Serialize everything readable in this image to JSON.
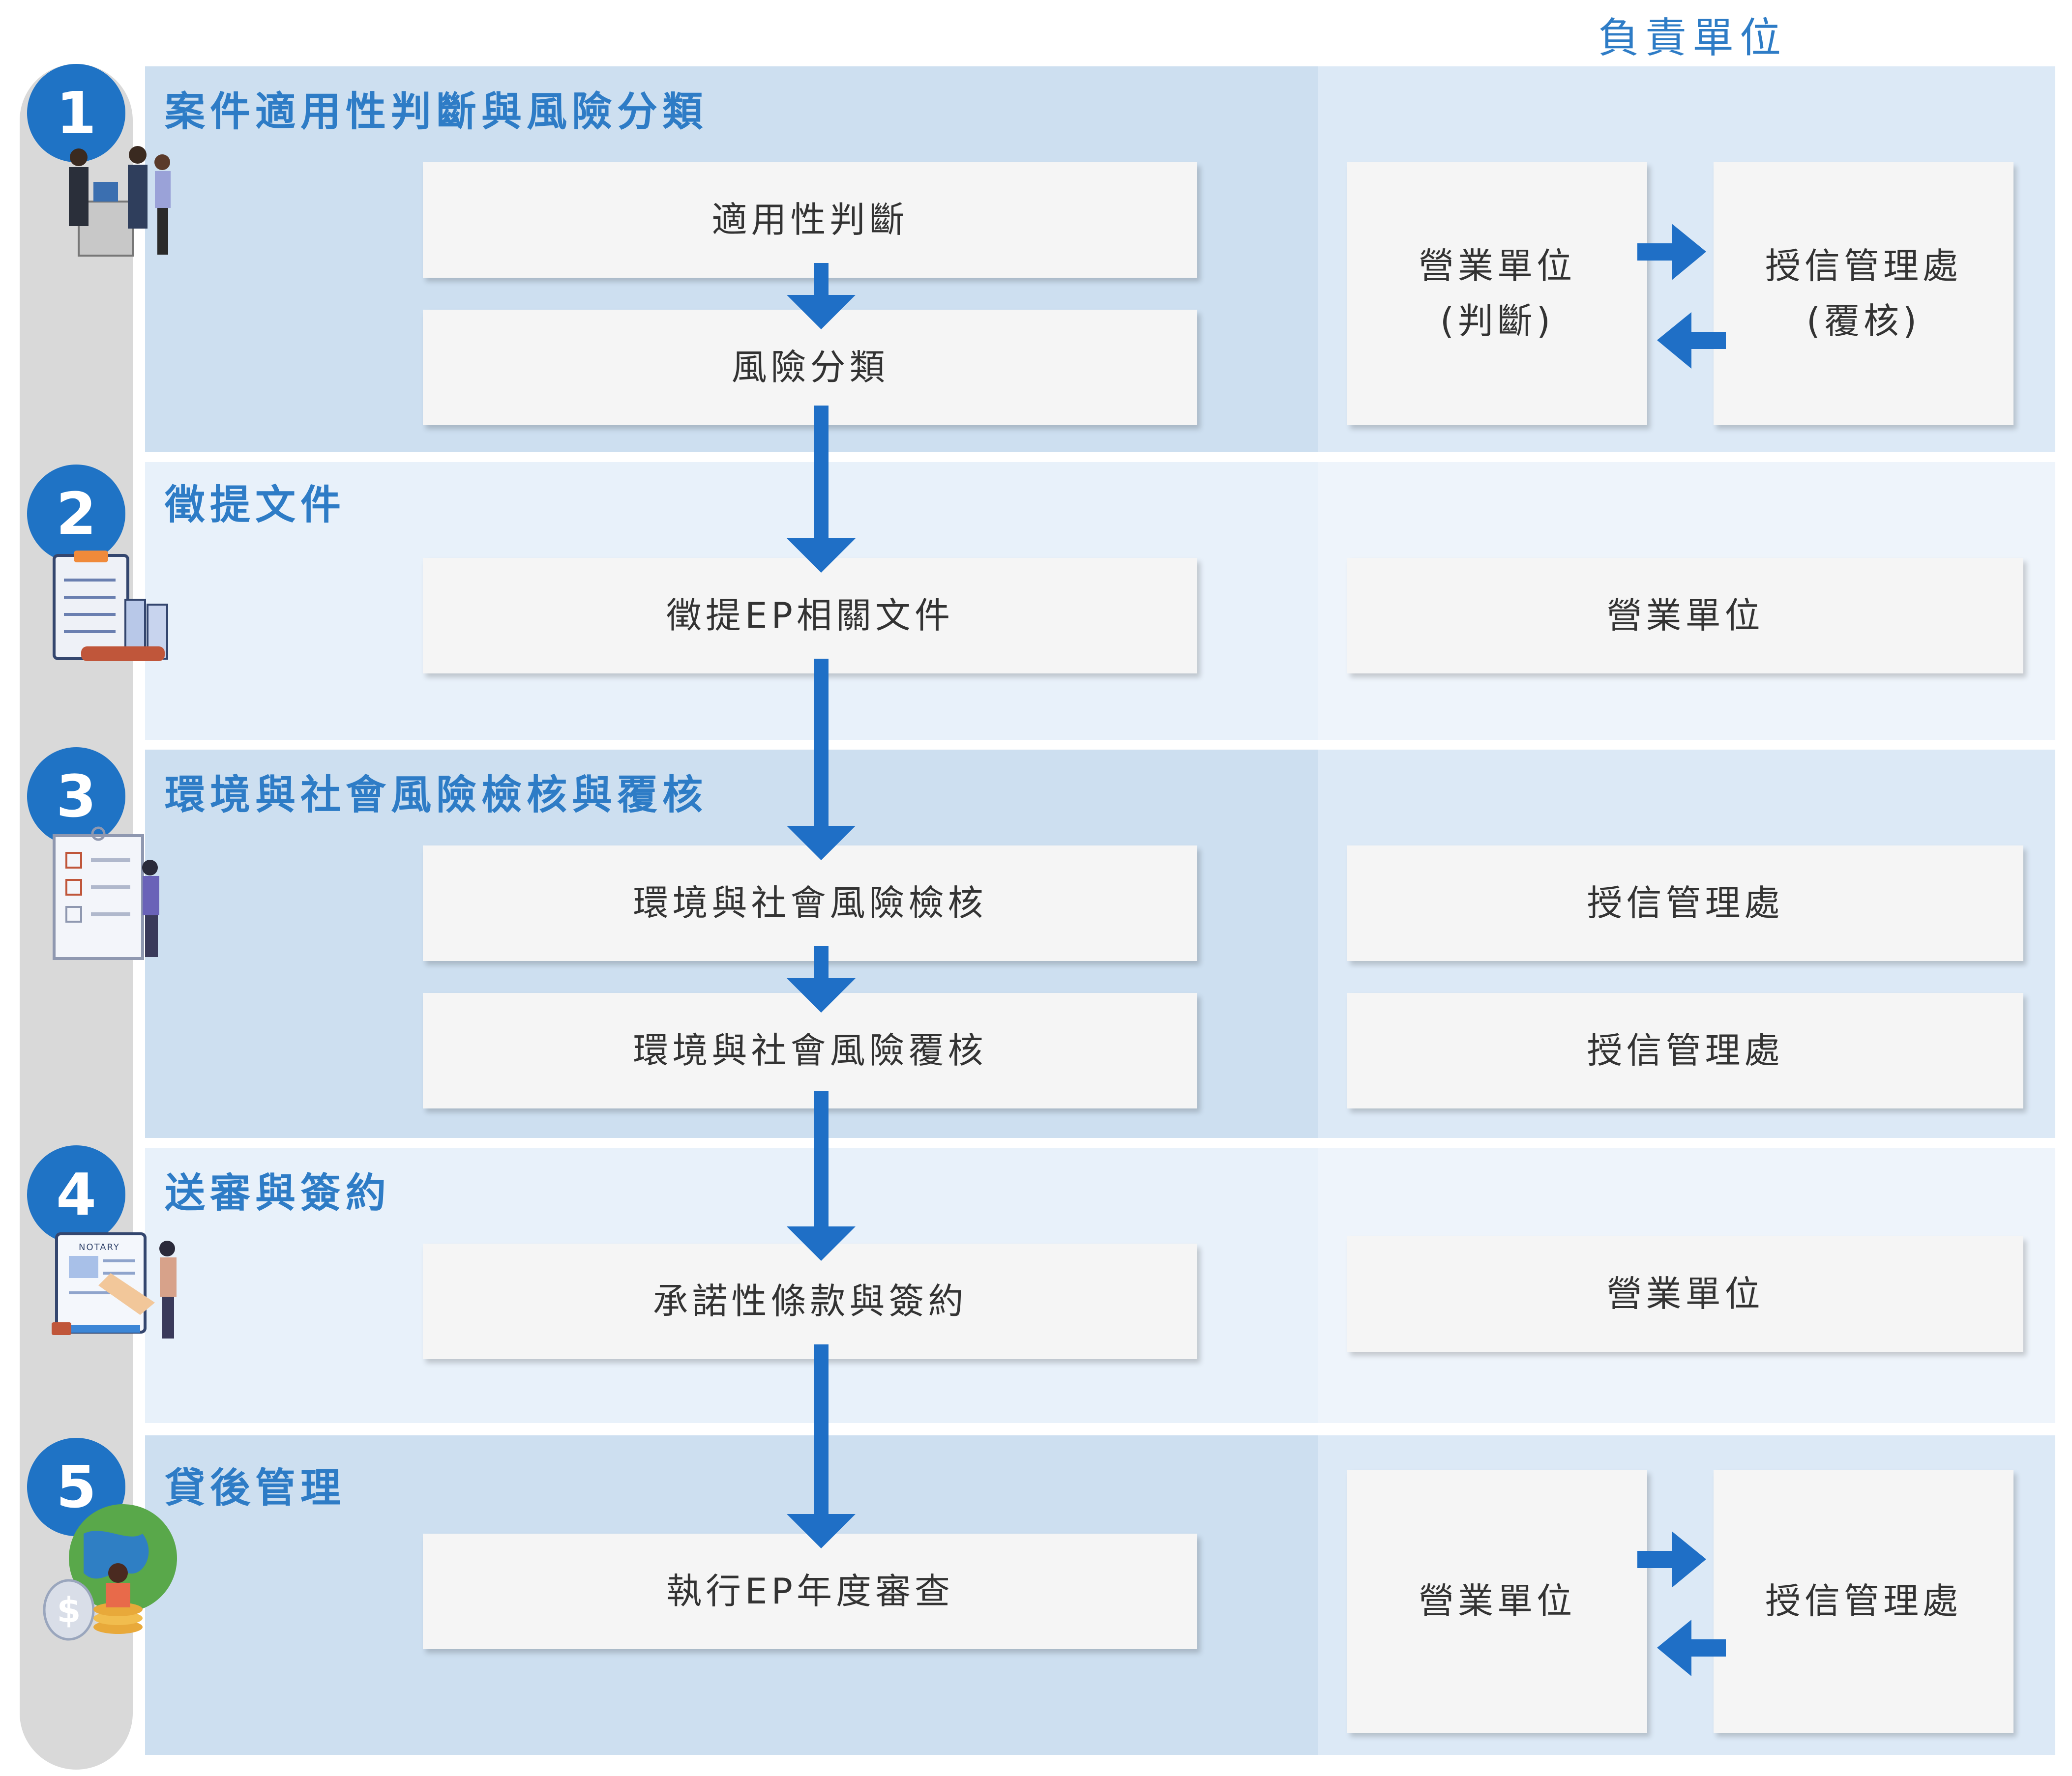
{
  "header": {
    "responsible_units": "負責單位"
  },
  "steps": [
    {
      "number": "1",
      "title": "案件適用性判斷與風險分類",
      "processes": [
        "適用性判斷",
        "風險分類"
      ],
      "units": {
        "left": "營業單位",
        "left_note": "(判斷)",
        "right": "授信管理處",
        "right_note": "(覆核)"
      }
    },
    {
      "number": "2",
      "title": "徵提文件",
      "processes": [
        "徵提EP相關文件"
      ],
      "units": [
        "營業單位"
      ]
    },
    {
      "number": "3",
      "title": "環境與社會風險檢核與覆核",
      "processes": [
        "環境與社會風險檢核",
        "環境與社會風險覆核"
      ],
      "units": [
        "授信管理處",
        "授信管理處"
      ]
    },
    {
      "number": "4",
      "title": "送審與簽約",
      "processes": [
        "承諾性條款與簽約"
      ],
      "units": [
        "營業單位"
      ]
    },
    {
      "number": "5",
      "title": "貸後管理",
      "processes": [
        "執行EP年度審查"
      ],
      "units": {
        "left": "營業單位",
        "right": "授信管理處"
      }
    }
  ],
  "illustrations": {
    "notary_label": "NOTARY",
    "dollar_sign": "$"
  },
  "colors": {
    "accent": "#1f73c5",
    "title": "#2e7cc6",
    "band_dark": "#cddff0",
    "band_light": "#e8f1fa",
    "box": "#f5f5f5"
  }
}
